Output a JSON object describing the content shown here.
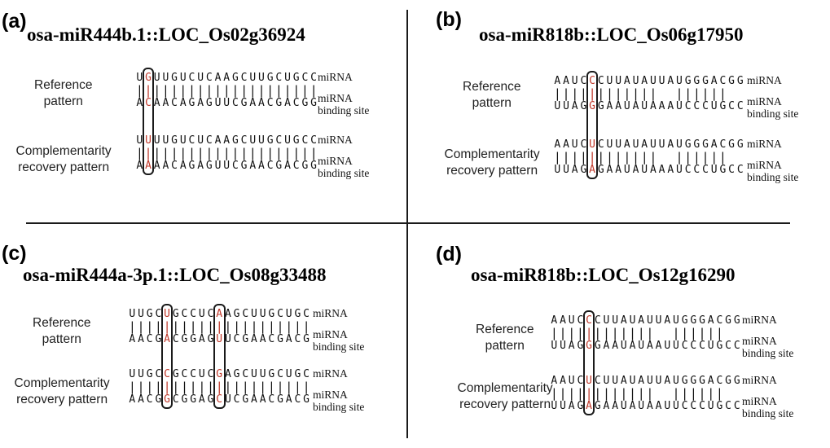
{
  "panels": [
    {
      "label": "(a)",
      "title": "osa-miR444b.1::LOC_Os02g36924",
      "blocks": [
        {
          "row_label": "Reference\npattern",
          "mirna": "UGUUGUCUCAAGCUUGCUGCC",
          "pairs": "|||||||||||||||||||||",
          "site": "ACAACAGAGUUCGAACGACGG",
          "mirna_annot": "miRNA",
          "site_annot": "miRNA\nbinding site"
        },
        {
          "row_label": "Complementarity\nrecovery pattern",
          "mirna": "UUUUGUCUCAAGCUUGCUGCC",
          "pairs": "|||||||||||||||||||||",
          "site": "AAAACAGAGUUCGAACGACGG",
          "mirna_annot": "miRNA",
          "site_annot": "miRNA\nbinding site"
        }
      ],
      "highlight_positions": [
        1
      ]
    },
    {
      "label": "(b)",
      "title": "osa-miR818b::LOC_Os06g17950",
      "blocks": [
        {
          "row_label": "Reference\npattern",
          "mirna": "AAUCCCUUAUAUUAUGGGACGG",
          "pairs": "||||||||||||  |||||| ",
          "site": "UUAGGGAAUAUAAAUCCCUGCC",
          "mirna_annot": "miRNA",
          "site_annot": "miRNA\nbinding site"
        },
        {
          "row_label": "Complementarity\nrecovery pattern",
          "mirna": "AAUCUCUUAUAUUAUGGGACGG",
          "pairs": "||||||||||||  |||||| ",
          "site": "UUAGAGAAUAUAAAUCCCUGCC",
          "mirna_annot": "miRNA",
          "site_annot": "miRNA\nbinding site"
        }
      ],
      "highlight_positions": [
        4
      ]
    },
    {
      "label": "(c)",
      "title": "osa-miR444a-3p.1::LOC_Os08g33488",
      "blocks": [
        {
          "row_label": "Reference\npattern",
          "mirna": "UUGCUGCCUCAAGCUUGCUGC",
          "pairs": "|||||||||||||||||||||",
          "site": "AACGACGGAGUUCGAACGACG",
          "mirna_annot": "miRNA",
          "site_annot": "miRNA\nbinding site"
        },
        {
          "row_label": "Complementarity\nrecovery pattern",
          "mirna": "UUGCCGCCUCGAGCUUGCUGC",
          "pairs": "|||||||||||||||||||||",
          "site": "AACGGCGGAGCUCGAACGACG",
          "mirna_annot": "miRNA",
          "site_annot": "miRNA\nbinding site"
        }
      ],
      "highlight_positions": [
        4,
        10
      ]
    },
    {
      "label": "(d)",
      "title": "osa-miR818b::LOC_Os12g16290",
      "blocks": [
        {
          "row_label": "Reference\npattern",
          "mirna": "AAUCCCUUAUAUUAUGGGACGG",
          "pairs": "||||||||||||  |||||| ",
          "site": "UUAGGGAAUAUAAUUCCCUGCC",
          "mirna_annot": "miRNA",
          "site_annot": "miRNA\nbinding site"
        },
        {
          "row_label": "Complementarity\nrecovery pattern",
          "mirna": "AAUCUCUUAUAUUAUGGGACGG",
          "pairs": "||||||||||||  |||||| ",
          "site": "UUAGAGAAUAUAAUUCCCUGCC",
          "mirna_annot": "miRNA",
          "site_annot": "miRNA\nbinding site"
        }
      ],
      "highlight_positions": [
        4
      ]
    }
  ]
}
